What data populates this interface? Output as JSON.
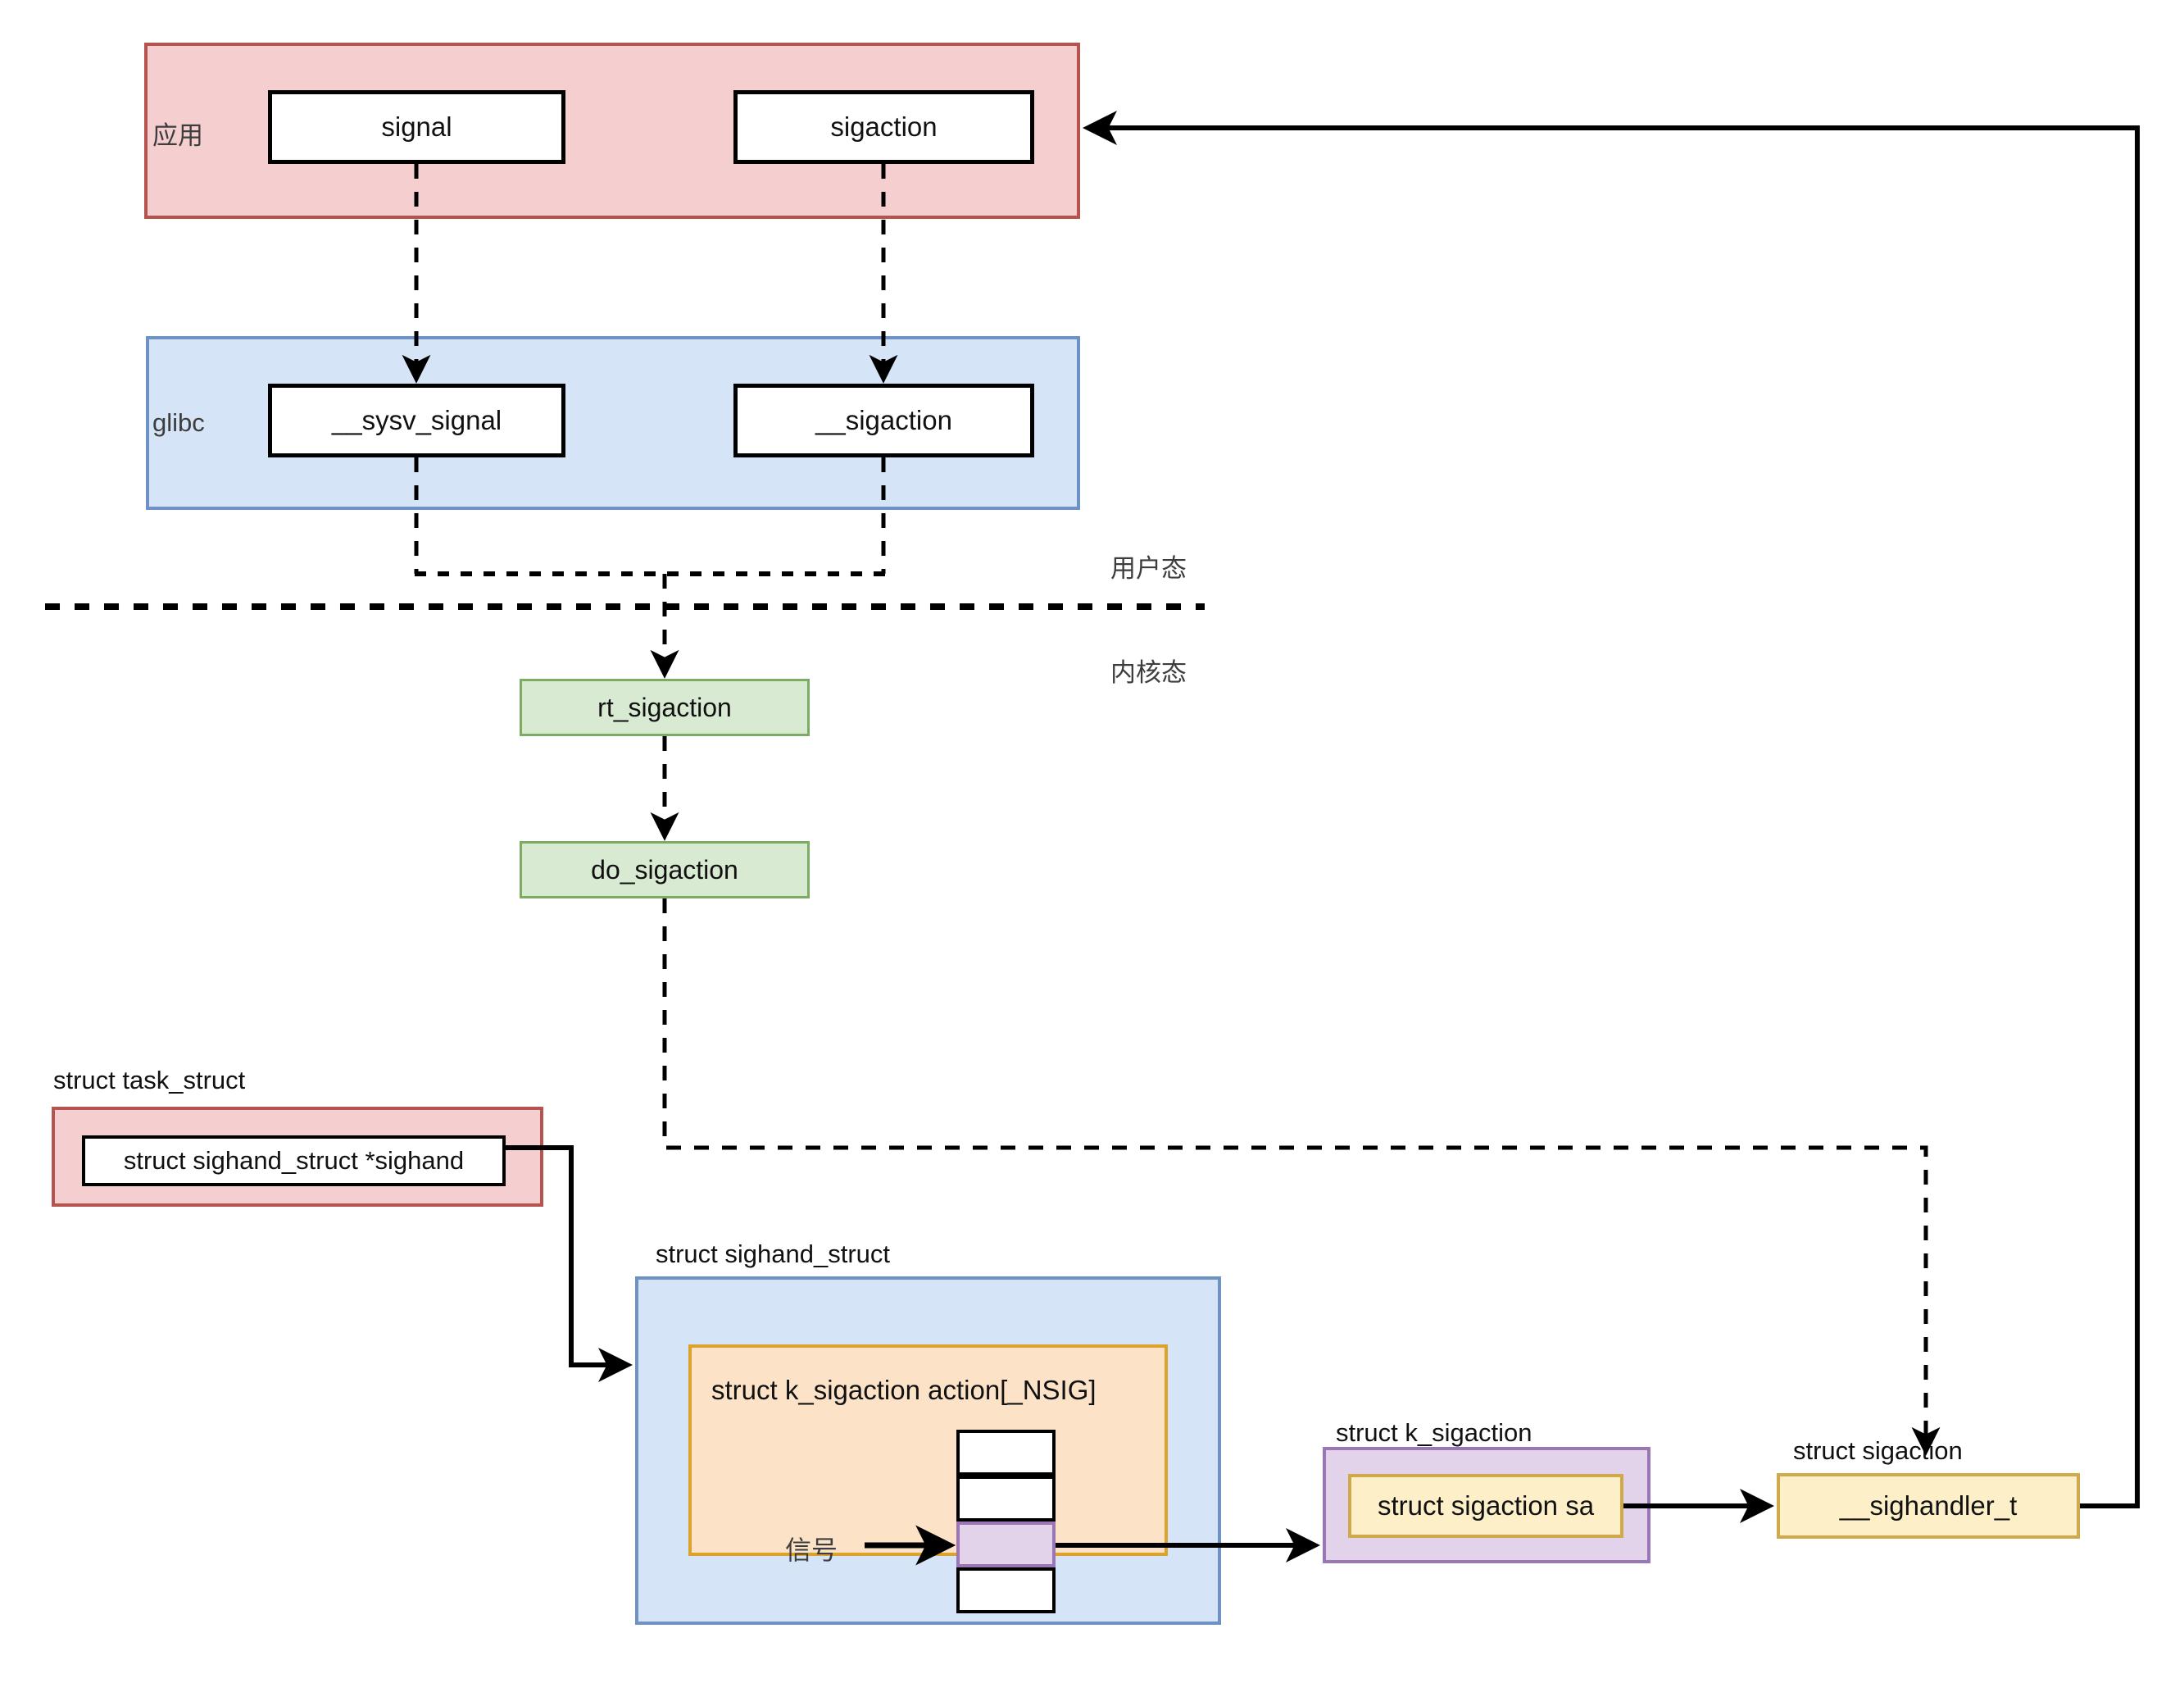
{
  "diagram": {
    "title": "Linux signal registration flow",
    "bands": {
      "app": {
        "label": "应用"
      },
      "glibc": {
        "label": "glibc"
      }
    },
    "mode_labels": {
      "user": "用户态",
      "kernel": "内核态"
    },
    "app_boxes": [
      {
        "label": "signal"
      },
      {
        "label": "sigaction"
      }
    ],
    "glibc_boxes": [
      {
        "label": "__sysv_signal"
      },
      {
        "label": "__sigaction"
      }
    ],
    "kernel_boxes": [
      {
        "label": "rt_sigaction"
      },
      {
        "label": "do_sigaction"
      }
    ],
    "task_struct": {
      "caption": "struct task_struct",
      "field": "struct sighand_struct *sighand"
    },
    "sighand_struct": {
      "caption": "struct sighand_struct",
      "array_title": "struct k_sigaction action[_NSIG]",
      "signal_label": "信号",
      "cells": [
        {
          "state": "normal"
        },
        {
          "state": "normal"
        },
        {
          "state": "highlighted"
        },
        {
          "state": "normal"
        }
      ]
    },
    "k_sigaction": {
      "caption": "struct k_sigaction",
      "field": "struct sigaction sa"
    },
    "sigaction_struct": {
      "caption": "struct sigaction",
      "field": "__sighandler_t"
    },
    "colors": {
      "app_fill": "#f5cfcf",
      "app_stroke": "#b5544f",
      "glibc_fill": "#d6e4f7",
      "glibc_stroke": "#6f92c4",
      "kernel_fill": "#d9ead3",
      "kernel_stroke": "#7cab62",
      "array_fill": "#fce3c8",
      "array_stroke": "#dca22a",
      "highlight_fill": "#e2d3ea",
      "highlight_stroke": "#9b76b5",
      "handler_fill": "#fdf0c8",
      "handler_stroke": "#cfa94a",
      "line": "#000000"
    }
  }
}
